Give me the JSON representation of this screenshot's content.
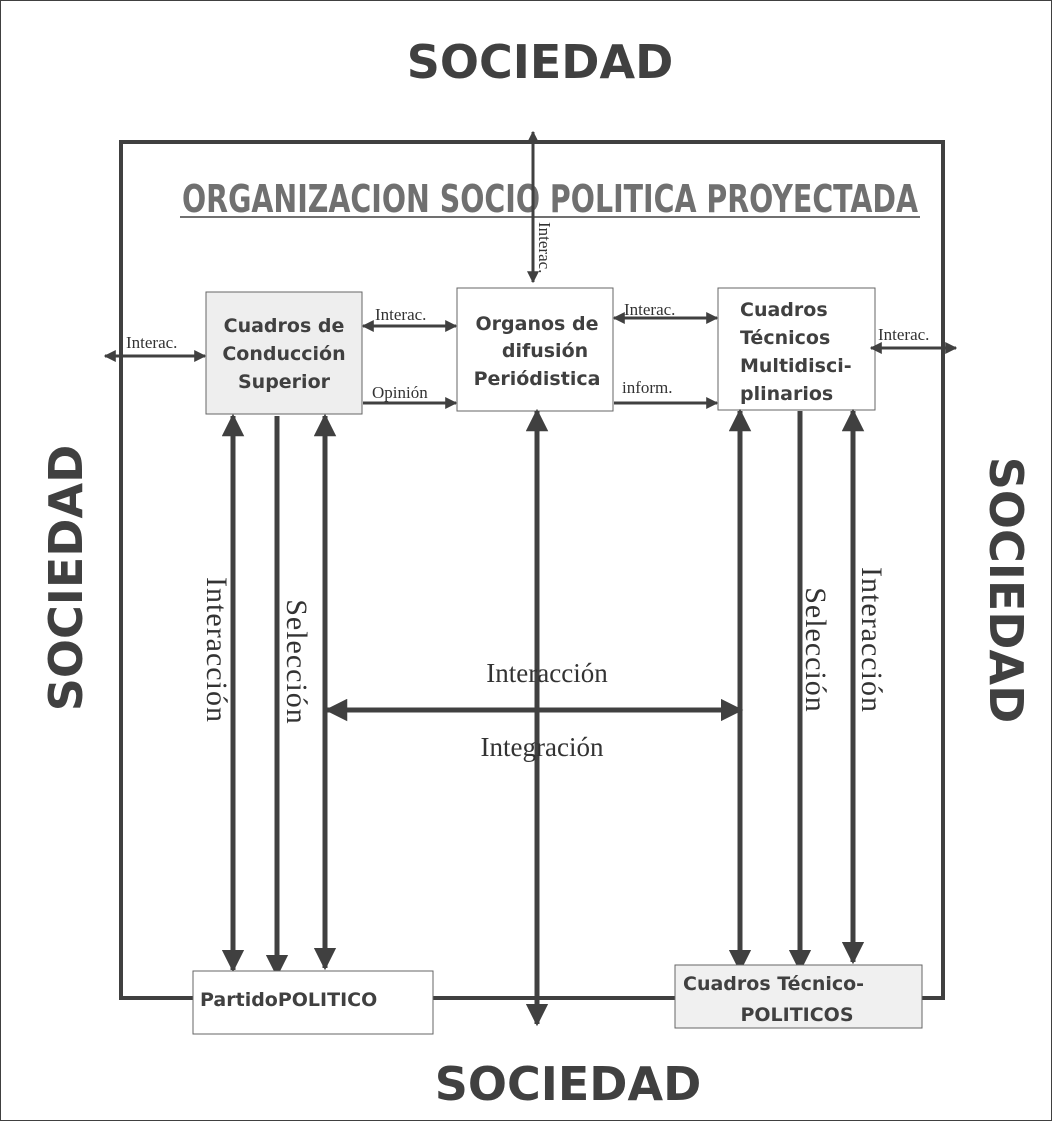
{
  "sociedad": {
    "top": "SOCIEDAD",
    "bottom": "SOCIEDAD",
    "left": "SOCIEDAD",
    "right": "SOCIEDAD"
  },
  "title": "ORGANIZACION SOCIO POLITICA PROYECTADA",
  "boxes": {
    "conduccion": [
      "Cuadros de",
      "Conducción",
      "Superior"
    ],
    "organos": [
      "Organos de",
      "difusión",
      "Periódistica"
    ],
    "tecnicos": [
      "Cuadros",
      "Técnicos",
      "Multidisci-",
      "plinarios"
    ],
    "partido": "PartidoPOLITICO",
    "tecnico_politicos": [
      "Cuadros Técnico-",
      "POLITICOS"
    ]
  },
  "labels": {
    "top_interac": "Interac.",
    "left_interac": "Interac.",
    "cond_org_interac": "Interac.",
    "opinion": "Opinión",
    "org_tec_interac": "Interac.",
    "inform": "inform.",
    "right_interac": "Interac.",
    "center_interaccion": "Interacción",
    "center_integracion": "Integración",
    "left_interaccion": "Interacción",
    "left_seleccion": "Selección",
    "right_seleccion": "Selección",
    "right_interaccion": "Interacción"
  },
  "colors": {
    "stroke": "#404040",
    "title": "#707070",
    "box_fill": "#eeeeee"
  }
}
